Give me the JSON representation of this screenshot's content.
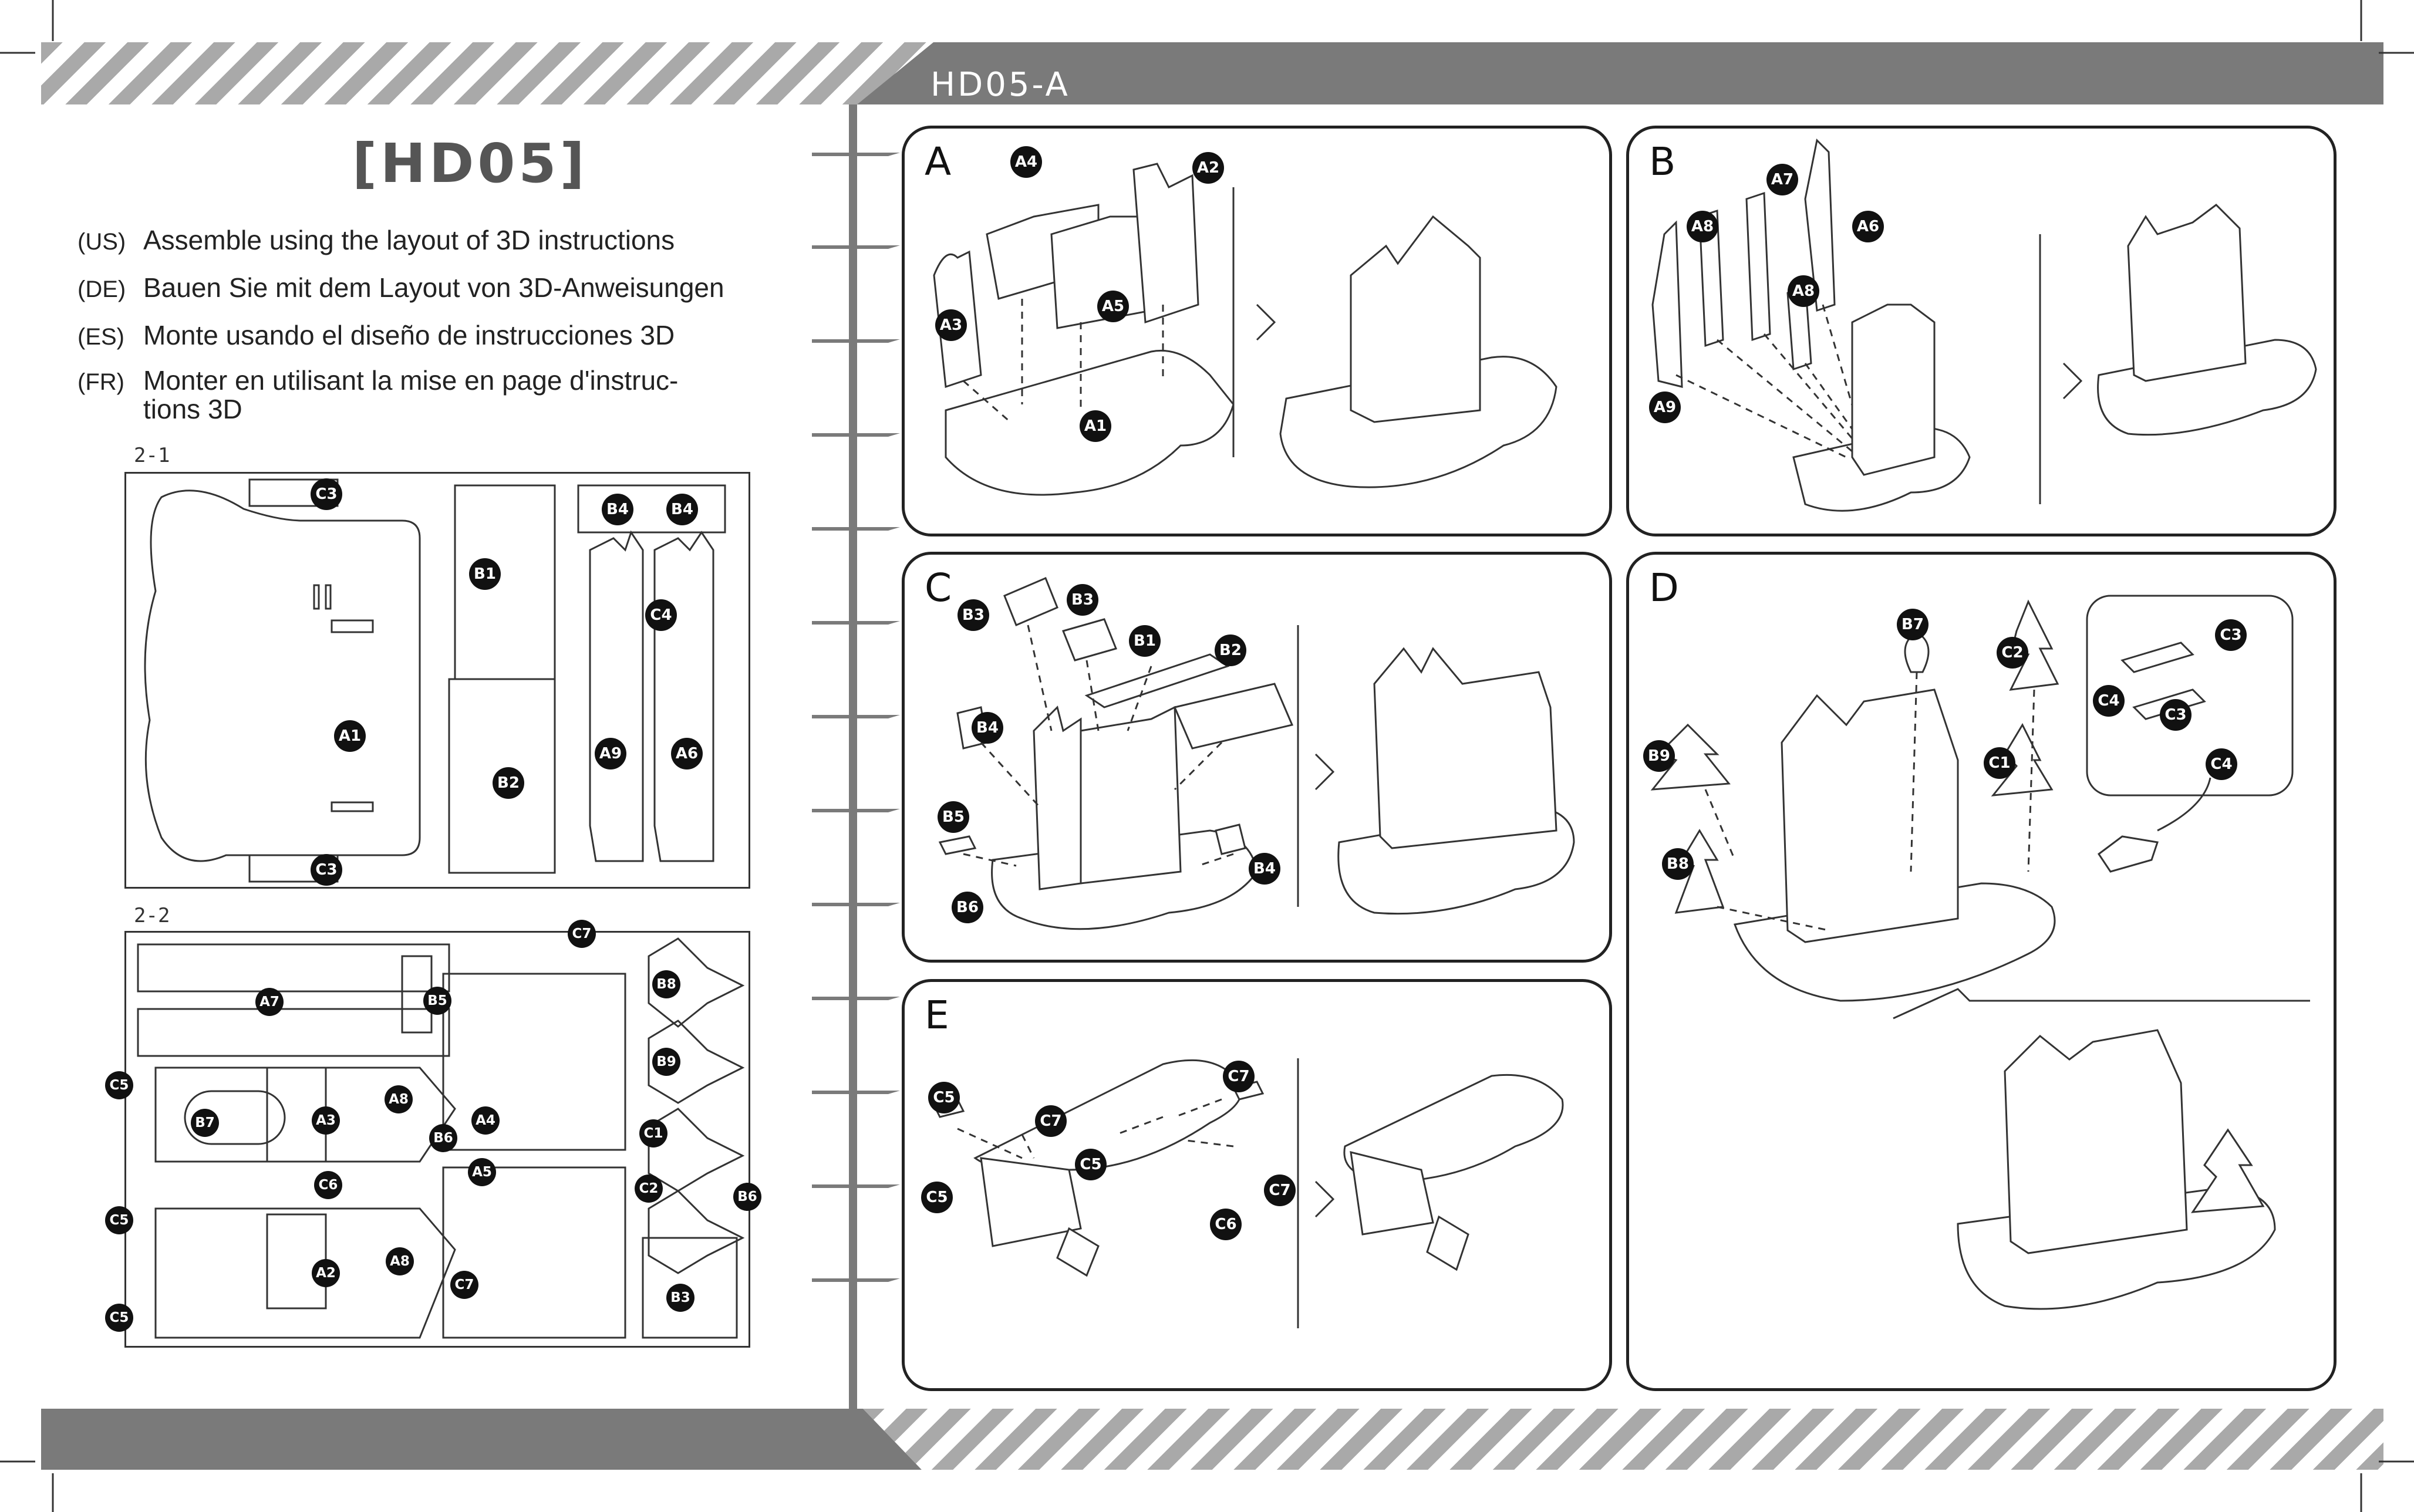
{
  "header": {
    "code": "HD05-A"
  },
  "left_page": {
    "title": "[HD05]",
    "instructions": [
      {
        "code": "(US)",
        "text": "Assemble using the layout of 3D instructions"
      },
      {
        "code": "(DE)",
        "text": "Bauen Sie mit dem Layout von 3D-Anweisungen"
      },
      {
        "code": "(ES)",
        "text": "Monte usando el diseño de instrucciones 3D"
      },
      {
        "code": "(FR)",
        "text": "Monter en utilisant la mise en page d'instruc-",
        "text2": "tions 3D"
      }
    ],
    "sheet1": {
      "label": "2-1",
      "parts": [
        "C3",
        "B4",
        "B4",
        "B1",
        "C4",
        "A1",
        "B2",
        "A9",
        "A6",
        "C3"
      ]
    },
    "sheet2": {
      "label": "2-2",
      "parts": [
        "C7",
        "A7",
        "B5",
        "B8",
        "B9",
        "C5",
        "B7",
        "A3",
        "A8",
        "B6",
        "A4",
        "C1",
        "A5",
        "C6",
        "C2",
        "B6",
        "C5",
        "A2",
        "A8",
        "C7",
        "B3",
        "C5"
      ]
    }
  },
  "panels": [
    {
      "letter": "A",
      "badges": [
        "A4",
        "A2",
        "A3",
        "A5",
        "A1"
      ]
    },
    {
      "letter": "B",
      "badges": [
        "A7",
        "A8",
        "A6",
        "A8",
        "A9"
      ]
    },
    {
      "letter": "C",
      "badges": [
        "B3",
        "B3",
        "B1",
        "B2",
        "B4",
        "B5",
        "B6",
        "B4"
      ]
    },
    {
      "letter": "D",
      "badges": [
        "B7",
        "C2",
        "C3",
        "C4",
        "C3",
        "C4",
        "B9",
        "C1",
        "B8"
      ]
    },
    {
      "letter": "E",
      "badges": [
        "C5",
        "C7",
        "C7",
        "C5",
        "C5",
        "C7",
        "C6"
      ]
    }
  ]
}
